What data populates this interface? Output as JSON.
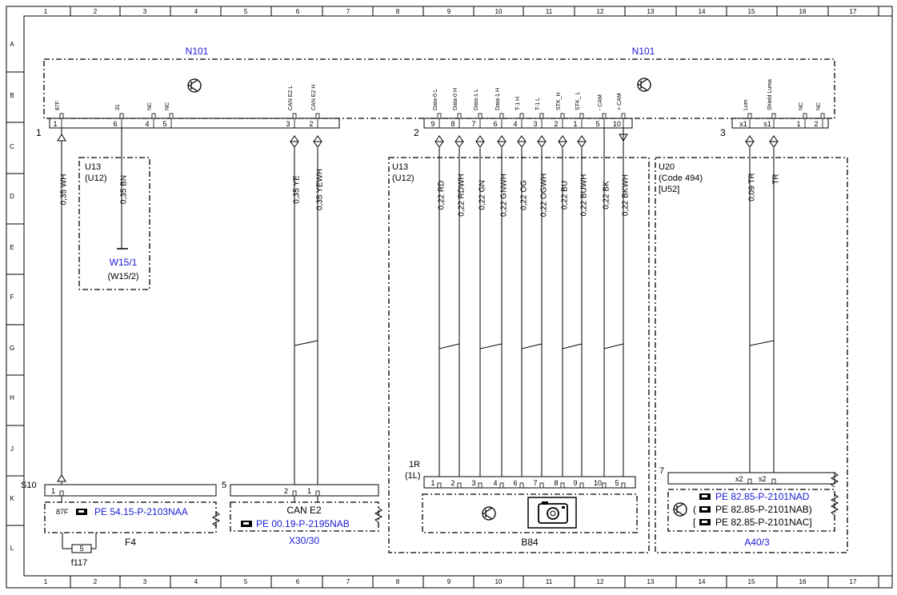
{
  "grid": {
    "cols": [
      "1",
      "2",
      "3",
      "4",
      "5",
      "6",
      "7",
      "8",
      "9",
      "10",
      "11",
      "12",
      "13",
      "14",
      "15",
      "16",
      "17"
    ],
    "rows": [
      "A",
      "B",
      "C",
      "D",
      "E",
      "F",
      "G",
      "H",
      "J",
      "K",
      "L"
    ]
  },
  "n101": {
    "label_left": "N101",
    "label_right": "N101",
    "conn1": {
      "id": "1",
      "pins": [
        {
          "name": "87F",
          "num": "1"
        },
        {
          "name": "31",
          "num": "6"
        },
        {
          "name": "NC",
          "num": "4"
        },
        {
          "name": "NC",
          "num": "5"
        },
        {
          "name": "CAN E2 L",
          "num": "3"
        },
        {
          "name": "CAN E2 H",
          "num": "2"
        }
      ]
    },
    "conn2": {
      "id": "2",
      "pins": [
        {
          "name": "Data-0 L",
          "num": "9"
        },
        {
          "name": "Data-0 H",
          "num": "8"
        },
        {
          "name": "Data-1 L",
          "num": "7"
        },
        {
          "name": "Data-1 H",
          "num": "6"
        },
        {
          "name": "T-1 H",
          "num": "4"
        },
        {
          "name": "T-1 L",
          "num": "3"
        },
        {
          "name": "STK_H",
          "num": "2"
        },
        {
          "name": "STK_ L",
          "num": "1"
        },
        {
          "name": "- CAM",
          "num": "5"
        },
        {
          "name": "+ CAM",
          "num": "10"
        }
      ]
    },
    "conn3": {
      "id": "3",
      "pins": [
        {
          "name": "Lum",
          "num": "x1"
        },
        {
          "name": "Shield Luma",
          "num": "s1"
        },
        {
          "name": "NC",
          "num": "1"
        },
        {
          "name": "NC",
          "num": "2"
        }
      ]
    }
  },
  "wires": {
    "w87f": "0,35 WH",
    "w31": "0,35 BN",
    "canL": "0,35 YE",
    "canH": "0,35 YEWH",
    "cam": [
      "0,22 RD",
      "0,22 RDWH",
      "0,22 GN",
      "0,22 GNWH",
      "0,22 OG",
      "0,22 OGWH",
      "0,22 BU",
      "0,22 BUWH",
      "0,22 BK",
      "0,22 BKWH"
    ],
    "lum": "0,09 TR",
    "shield": "TR"
  },
  "u13_left": {
    "line1": "U13",
    "line2": "(U12)"
  },
  "w15": {
    "line1": "W15/1",
    "line2": "(W15/2)"
  },
  "u13_mid": {
    "line1": "U13",
    "line2": "(U12)"
  },
  "u20": {
    "line1": "U20",
    "line2": "(Code 494)",
    "line3": "[U52]"
  },
  "s10": {
    "label": "S10",
    "pin_num": "1",
    "pin_name": "87F",
    "ref": "PE 54.15-P-2103NAA",
    "component": "F4",
    "fuse_num": "5",
    "fuse_label": "f117"
  },
  "x30": {
    "conn_id": "5",
    "pins": [
      "2",
      "1"
    ],
    "name": "CAN E2",
    "ref": "PE 00.19-P-2195NAB",
    "component": "X30/30"
  },
  "b84": {
    "conn_id_1": "1R",
    "conn_id_2": "(1L)",
    "pins": [
      "1",
      "2",
      "3",
      "4",
      "6",
      "7",
      "8",
      "9",
      "10",
      "5"
    ],
    "component": "B84"
  },
  "a40": {
    "conn_id": "7",
    "pins": [
      "x2",
      "s2"
    ],
    "ref1": "PE 82.85-P-2101NAD",
    "ref2": "PE 82.85-P-2101NAB)",
    "ref3": "PE 82.85-P-2101NAC]",
    "component": "A40/3"
  },
  "colors": {
    "ink": "#000000",
    "link": "#1a1ad6",
    "paper": "#ffffff"
  }
}
